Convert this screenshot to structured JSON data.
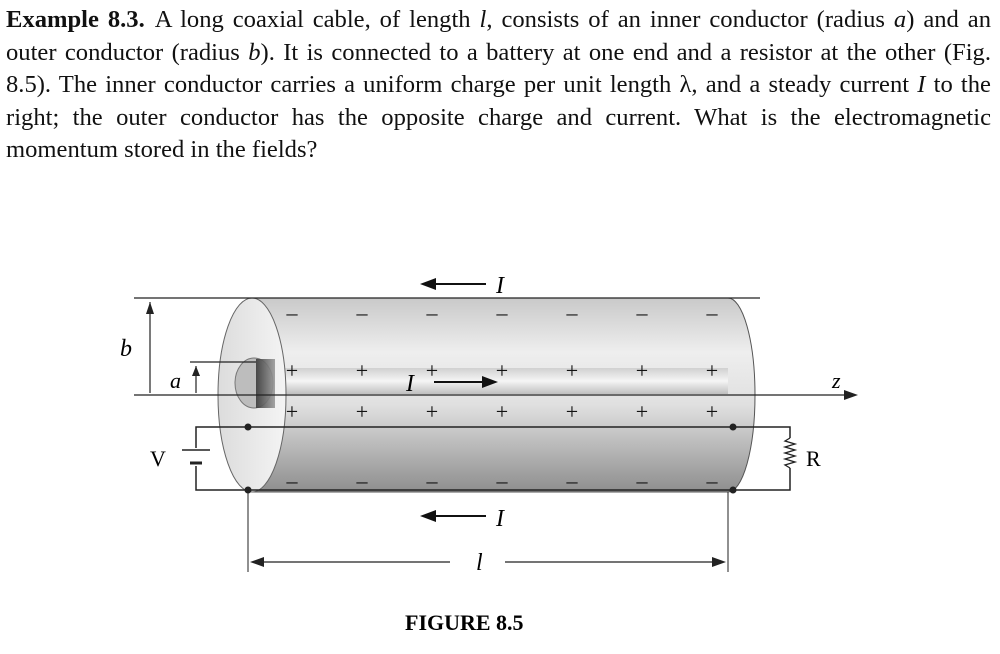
{
  "problem": {
    "label": "Example 8.3.",
    "segments": [
      {
        "t": "A long coaxial cable, of length "
      },
      {
        "t": "l",
        "i": true
      },
      {
        "t": ", consists of an inner conductor (radius "
      },
      {
        "t": "a",
        "i": true
      },
      {
        "t": ") and an outer conductor (radius "
      },
      {
        "t": "b",
        "i": true
      },
      {
        "t": "). It is connected to a battery at one end and a resistor at the other (Fig. 8.5). The inner conductor carries a uniform charge per unit length λ, and a steady current "
      },
      {
        "t": "I",
        "i": true
      },
      {
        "t": " to the right; the outer conductor has the opposite charge and current. What is the electromagnetic momentum stored in the fields?"
      }
    ]
  },
  "figure": {
    "caption": "FIGURE 8.5",
    "labels": {
      "outer_current_top": "I",
      "outer_current_bottom": "I",
      "inner_current": "I",
      "radius_outer": "b",
      "radius_inner": "a",
      "axis": "z",
      "battery": "V",
      "resistor": "R",
      "length": "l"
    },
    "symbols": {
      "plus": "+",
      "minus": "–"
    },
    "colors": {
      "cylinder_light": "#f2f2f2",
      "cylinder_dark": "#9a9a9a",
      "line": "#222222"
    }
  }
}
